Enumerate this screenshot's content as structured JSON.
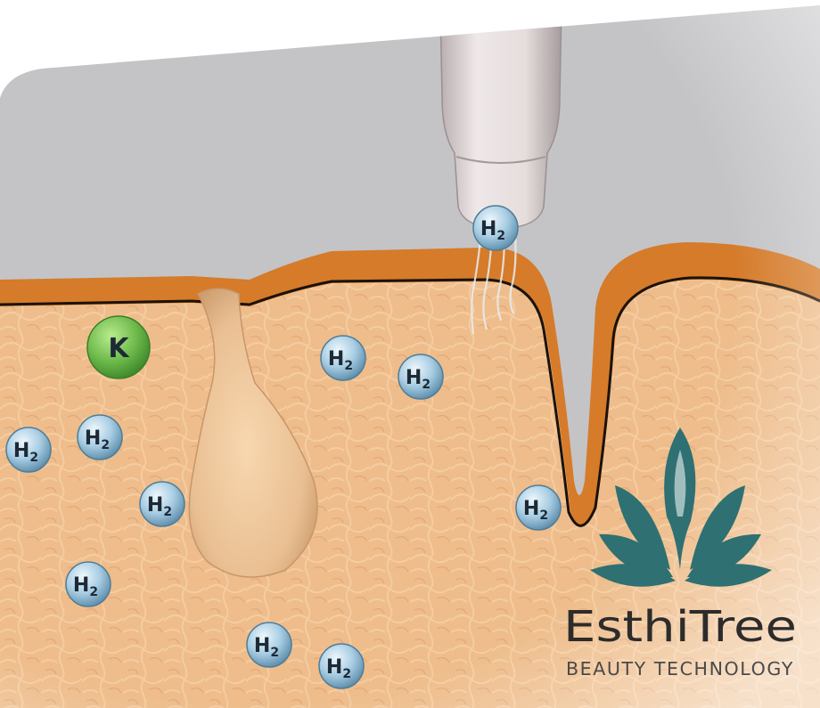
{
  "molecules": {
    "hydrogen": {
      "symbol": "H",
      "subscript": "2"
    },
    "potassium": {
      "symbol": "K"
    }
  },
  "brand": {
    "name": "EsthiTree",
    "tagline": "BEAUTY TECHNOLOGY",
    "logo": "lotus-leaf-icon"
  },
  "colors": {
    "background": "#c4c4c7",
    "skin_surface": "#d57b2a",
    "skin_tissue": "#eebd8b",
    "hydrogen_molecule": "#9fc6dd",
    "potassium_molecule": "#6cb84a",
    "logo": "#2f7072"
  }
}
